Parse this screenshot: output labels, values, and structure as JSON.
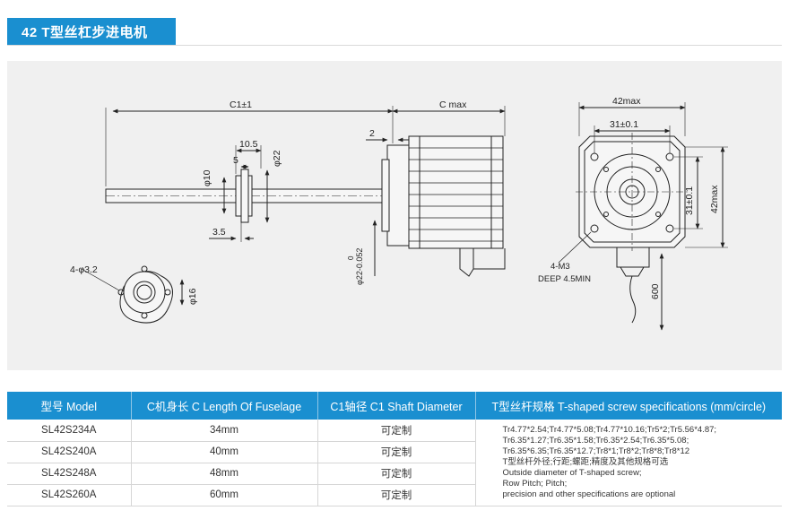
{
  "header": {
    "title": "42 T型丝杠步进电机"
  },
  "drawing": {
    "dims": {
      "c1": "C1±1",
      "cmax": "C max",
      "d105": "10.5",
      "d5": "5",
      "d2": "2",
      "phi10": "φ10",
      "phi22": "φ22",
      "d35": "3.5",
      "phi22tol": "φ22-0.052",
      "phi22tol0": "0",
      "holes": "4-φ3.2",
      "phi16": "φ16",
      "w42": "42max",
      "w31": "31±0.1",
      "h31": "31±0.1",
      "h42": "42max",
      "m3": "4-M3",
      "deep": "DEEP 4.5MIN",
      "l600": "600"
    }
  },
  "table": {
    "headers": [
      "型号 Model",
      "C机身长 C Length Of Fuselage",
      "C1轴径 C1 Shaft Diameter",
      "T型丝杆规格 T-shaped screw specifications (mm/circle)"
    ],
    "rows": [
      [
        "SL42S234A",
        "34mm",
        "可定制"
      ],
      [
        "SL42S240A",
        "40mm",
        "可定制"
      ],
      [
        "SL42S248A",
        "48mm",
        "可定制"
      ],
      [
        "SL42S260A",
        "60mm",
        "可定制"
      ]
    ],
    "notes": [
      "Tr4.77*2.54;Tr4.77*5.08;Tr4.77*10.16;Tr5*2;Tr5.56*4.87;",
      "Tr6.35*1.27;Tr6.35*1.58;Tr6.35*2.54;Tr6.35*5.08;",
      "Tr6.35*6.35;Tr6.35*12.7;Tr8*1;Tr8*2;Tr8*8;Tr8*12",
      "T型丝杆外径;行距;螺距;精度及其他规格可选",
      "Outside diameter of T-shaped screw;",
      "Row Pitch; Pitch;",
      "precision and other specifications are optional"
    ]
  }
}
